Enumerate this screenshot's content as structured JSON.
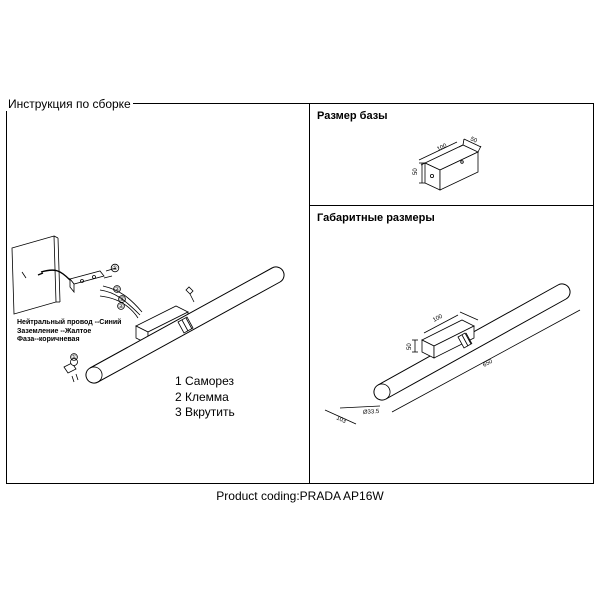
{
  "header": {
    "assembly_title": "Инструкция по сборке"
  },
  "panels": {
    "base_size_title": "Размер базы",
    "overall_dims_title": "Габаритные размеры"
  },
  "wiring": {
    "lines": [
      "Нейтральный провод --Синий",
      "Заземление --Жалтое",
      "Фаза--коричневая"
    ]
  },
  "steps": [
    "1 Саморез",
    "2 Клемма",
    "3 Вкрутить"
  ],
  "callouts": [
    "①",
    "②",
    "②",
    "②",
    "①"
  ],
  "dimensions": {
    "base_width": "100",
    "base_depth": "50",
    "base_height": "50",
    "overall_depth": "100",
    "overall_height": "50",
    "overall_length": "650",
    "overall_bottom": "103",
    "overall_diameter": "Ø33.5"
  },
  "footer": {
    "product_coding": "Product coding:PRADA AP16W"
  }
}
